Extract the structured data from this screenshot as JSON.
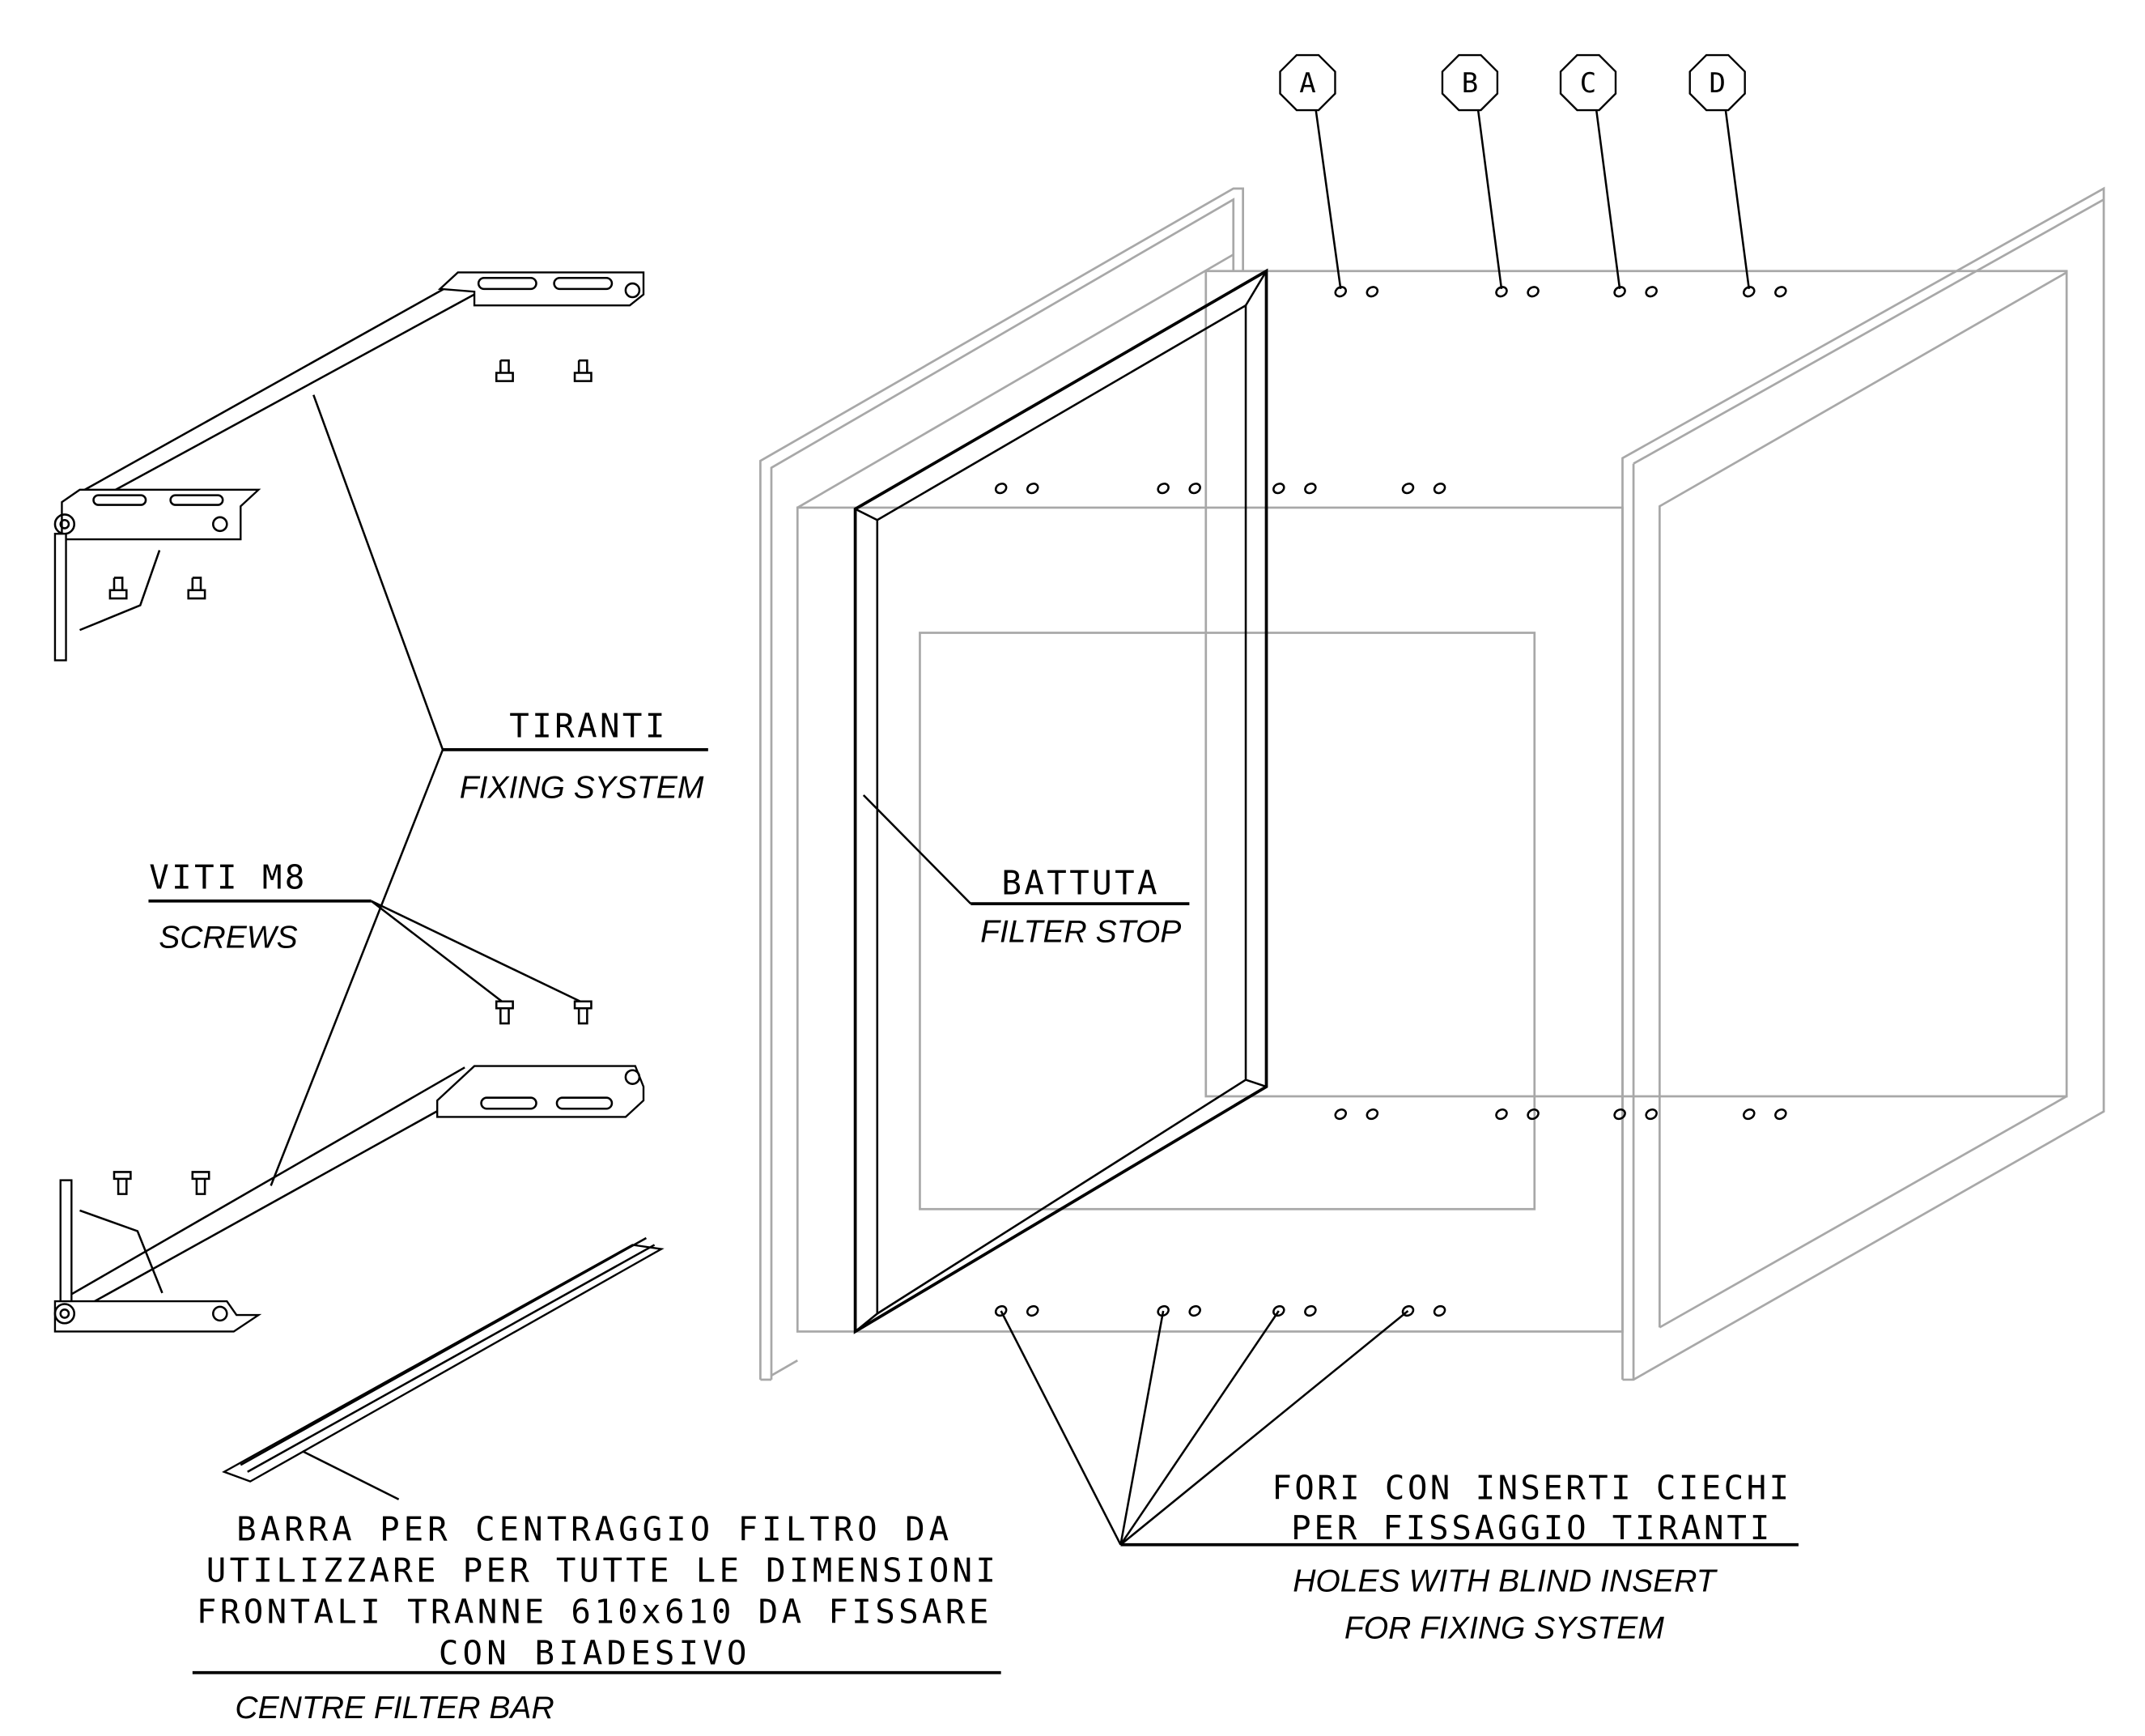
{
  "title": "Filter housing assembly drawing",
  "callouts": [
    "A",
    "B",
    "C",
    "D"
  ],
  "labels": {
    "tiranti": "TIRANTI",
    "fixing_system": "FIXING SYSTEM",
    "viti": "VITI M8",
    "screws": "SCREWS",
    "battuta": "BATTUTA",
    "filter_stop": "FILTER STOP",
    "barra_lines": [
      "BARRA PER CENTRAGGIO FILTRO DA",
      "UTILIZZARE PER TUTTE LE DIMENSIONI",
      "FRONTALI TRANNE 610x610 DA FISSARE",
      "CON BIADESIVO"
    ],
    "centre_filter_bar": "CENTRE FILTER BAR",
    "fori_lines": [
      "FORI CON INSERTI CIECHI",
      "PER FISSAGGIO TIRANTI"
    ],
    "holes_lines": [
      "HOLES WITH BLIND INSERT",
      "FOR FIXING SYSTEM"
    ]
  },
  "colors": {
    "line": "#000000",
    "hidden": "#a8a8a8"
  }
}
